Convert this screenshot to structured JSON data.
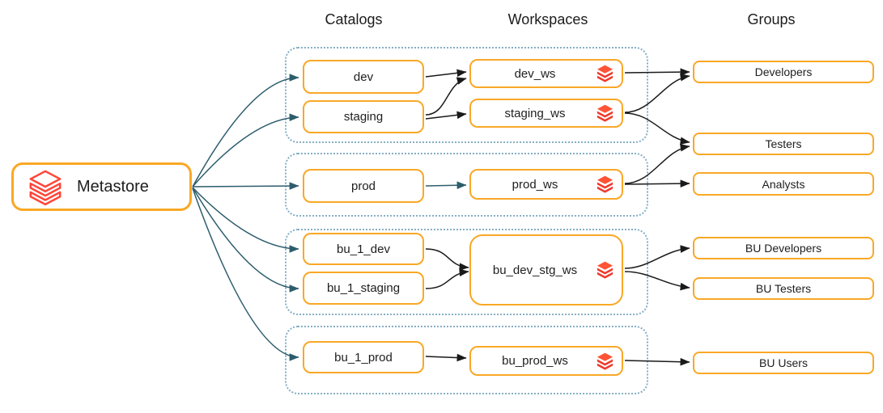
{
  "column_headers": [
    {
      "label": "Catalogs"
    },
    {
      "label": "Workspaces"
    },
    {
      "label": "Groups"
    }
  ],
  "metastore": {
    "label": "Metastore",
    "icon": "databricks-outline-icon"
  },
  "catalogs": [
    {
      "label": "dev"
    },
    {
      "label": "staging"
    },
    {
      "label": "prod"
    },
    {
      "label": "bu_1_dev"
    },
    {
      "label": "bu_1_staging"
    },
    {
      "label": "bu_1_prod"
    }
  ],
  "workspaces": [
    {
      "label": "dev_ws",
      "icon": "databricks-icon"
    },
    {
      "label": "staging_ws",
      "icon": "databricks-icon"
    },
    {
      "label": "prod_ws",
      "icon": "databricks-icon"
    },
    {
      "label": "bu_dev_stg_ws",
      "icon": "databricks-icon"
    },
    {
      "label": "bu_prod_ws",
      "icon": "databricks-icon"
    }
  ],
  "groups": [
    {
      "label": "Developers"
    },
    {
      "label": "Testers"
    },
    {
      "label": "Analysts"
    },
    {
      "label": "BU Developers"
    },
    {
      "label": "BU Testers"
    },
    {
      "label": "BU Users"
    }
  ],
  "edges": [
    {
      "from": "Metastore",
      "to": "dev"
    },
    {
      "from": "Metastore",
      "to": "staging"
    },
    {
      "from": "Metastore",
      "to": "prod"
    },
    {
      "from": "Metastore",
      "to": "bu_1_dev"
    },
    {
      "from": "Metastore",
      "to": "bu_1_staging"
    },
    {
      "from": "Metastore",
      "to": "bu_1_prod"
    },
    {
      "from": "dev",
      "to": "dev_ws"
    },
    {
      "from": "staging",
      "to": "dev_ws"
    },
    {
      "from": "staging",
      "to": "staging_ws"
    },
    {
      "from": "prod",
      "to": "prod_ws"
    },
    {
      "from": "bu_1_dev",
      "to": "bu_dev_stg_ws"
    },
    {
      "from": "bu_1_staging",
      "to": "bu_dev_stg_ws"
    },
    {
      "from": "bu_1_prod",
      "to": "bu_prod_ws"
    },
    {
      "from": "dev_ws",
      "to": "Developers"
    },
    {
      "from": "staging_ws",
      "to": "Developers"
    },
    {
      "from": "staging_ws",
      "to": "Testers"
    },
    {
      "from": "prod_ws",
      "to": "Testers"
    },
    {
      "from": "prod_ws",
      "to": "Analysts"
    },
    {
      "from": "bu_dev_stg_ws",
      "to": "BU Developers"
    },
    {
      "from": "bu_dev_stg_ws",
      "to": "BU Testers"
    },
    {
      "from": "bu_prod_ws",
      "to": "BU Users"
    }
  ],
  "colors": {
    "box_border": "#f9a826",
    "cluster_border": "#85aec4",
    "arrow_teal": "#2d5d6d",
    "arrow_black": "#1a1a1a",
    "databricks_red": "#ee392b",
    "databricks_red_light": "#ff5336",
    "text": "#1e1e1e"
  }
}
